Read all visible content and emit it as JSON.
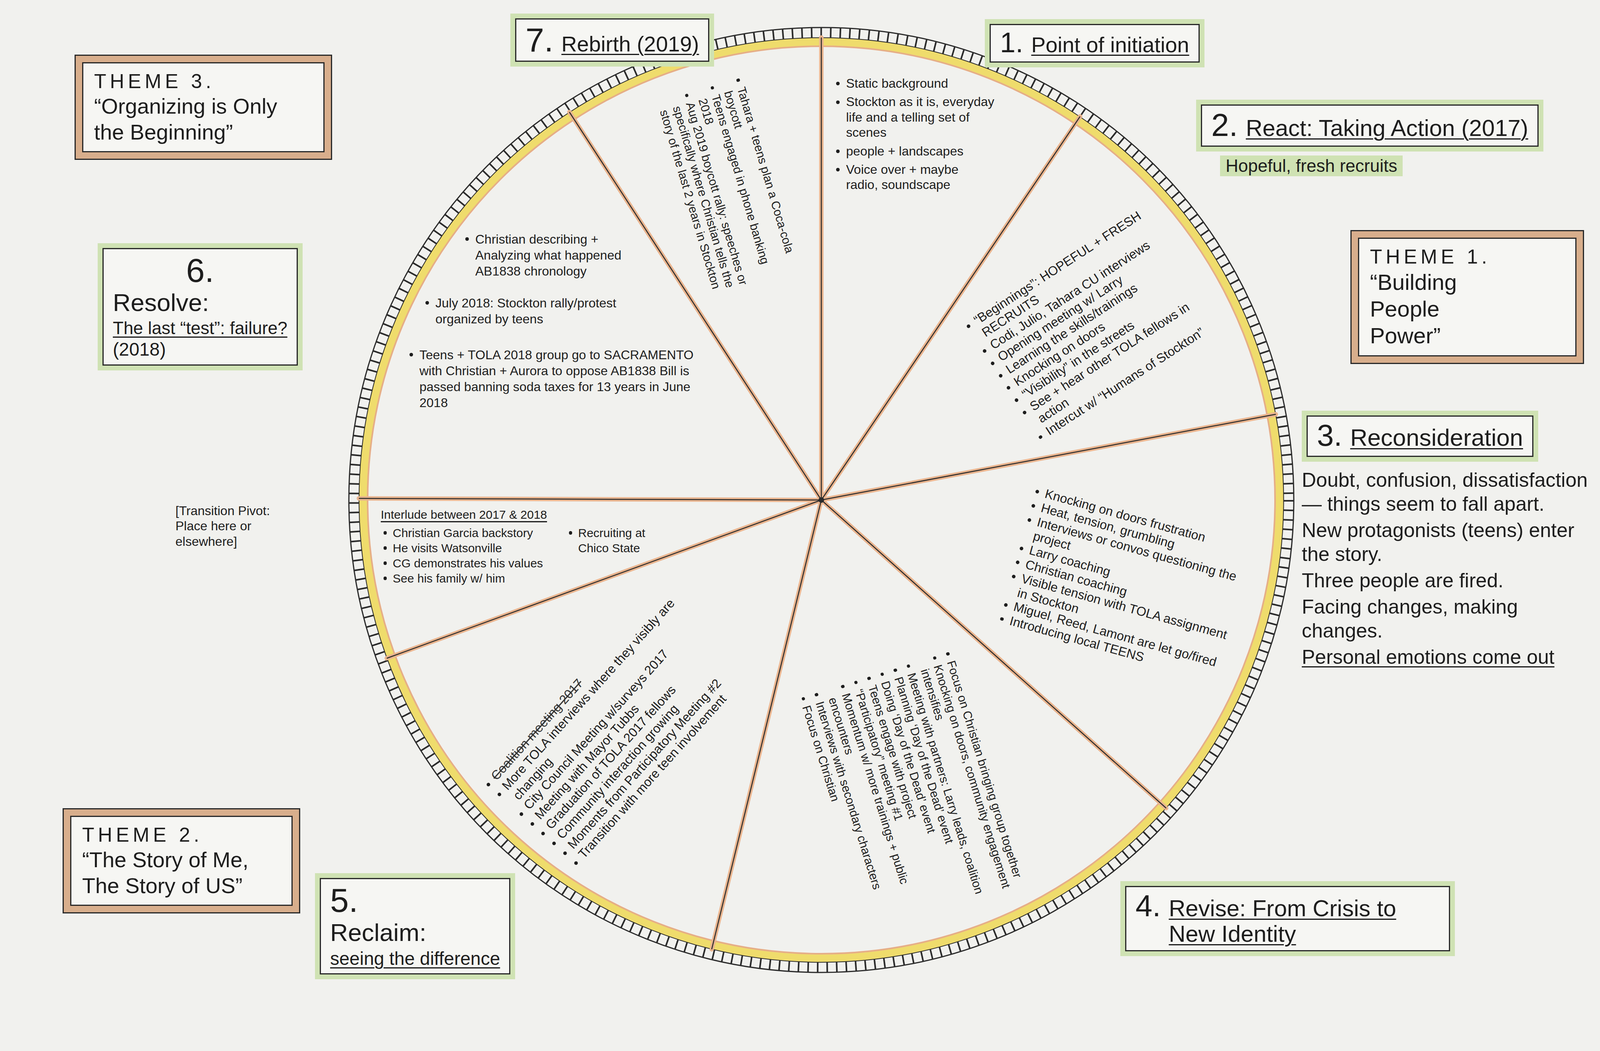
{
  "diagram": {
    "nodes": [
      {
        "text": [
          "THEME 3.",
          "“Organizing is Only the Beginning”"
        ]
      },
      {
        "text": [
          "7.",
          "Rebirth (2019)"
        ]
      },
      {
        "text": [
          "Tahara + teens plan a Coca-cola boycott",
          "Teens engaged in phone banking 2018",
          "Aug 2019 boycott rally: speeches or specifically where Christian tells the story of the last 2 years in Stockton"
        ]
      },
      {
        "text": [
          "Static background",
          "Stockton as it is, everyday life and a telling set of scenes",
          "people + landscapes",
          "Voice over + maybe radio, soundscape"
        ]
      },
      {
        "text": [
          "1.",
          "Point of initiation"
        ]
      },
      {
        "text": [
          "2.",
          "React: Taking Action (2017)",
          "Hopeful, fresh recruits"
        ]
      },
      {
        "text": [
          "THEME 1.",
          "“Building People Power”"
        ]
      },
      {
        "text": [
          "6.",
          "Resolve:",
          "The last “test”: failure?",
          "(2018)"
        ]
      },
      {
        "text": [
          "Christian describing + Analyzing what happened AB1838 chronology",
          "July 2018: Stockton rally/protest organized by teens",
          "Teens + TOLA 2018 group go to SACRAMENTO with Christian + Aurora to oppose AB1838 Bill is passed banning soda taxes for 13 years in June 2018"
        ]
      },
      {
        "text": [
          "“Beginnings”: HOPEFUL + FRESH RECRUITS",
          "Codi, Julio, Tahara CU interviews",
          "Opening meeting w/ Larry",
          "Learning the skills/trainings",
          "Knocking on doors",
          "“Visibility” in the streets",
          "See + hear other TOLA fellows in action",
          "Intercut w/ “Humans of Stockton”"
        ]
      },
      {
        "text": [
          "3.",
          "Reconsideration",
          "Doubt, confusion, dissatisfaction — things seem to fall apart.",
          "New protagonists (teens) enter the story.",
          "Three people are fired.",
          "Facing changes, making changes.",
          "Personal emotions come out"
        ]
      },
      {
        "text": [
          "Knocking on doors frustration",
          "Heat, tension, grumbling",
          "Interviews or convos questioning the project",
          "Larry coaching",
          "Christian coaching",
          "Visible tension with TOLA assignment in Stockton",
          "Miguel, Reed, Lamont are let go/fired",
          "Introducing local TEENS"
        ]
      },
      {
        "text": [
          "Interlude between 2017 & 2018",
          "Christian Garcia backstory",
          "He visits Watsonville",
          "CG demonstrates his values",
          "Recruiting at Chico State",
          "See his family w/ him"
        ]
      },
      {
        "text": [
          "Coalition meeting 2017",
          "More TOLA interviews where they visibly are changing",
          "City Council Meeting w/surveys 2017",
          "Meeting with Mayor Tubbs",
          "Graduation of TOLA 2017 fellows",
          "Community interaction growing",
          "Moments from Participatory Meeting #2",
          "Transition with more teen involvement"
        ]
      },
      {
        "text": [
          "Focus on Christian bringing group together",
          "Knocking on doors, community engagement intensifies",
          "Meeting with partners: Larry leads, coalition",
          "Planning ‘Day of the Dead’ event",
          "Doing ‘Day of the Dead’ event",
          "Teens engage with project",
          "“Participatory” meeting #1",
          "Momentum w/ more trainings + public encounters",
          "Interviews with secondary characters",
          "Focus on Christian"
        ]
      },
      {
        "text": [
          "THEME 2.",
          "“The Story of Me, The Story of US”"
        ]
      },
      {
        "text": [
          "5.",
          "Reclaim:",
          "seeing the difference"
        ]
      },
      {
        "text": [
          "4.",
          "Revise: From Crisis to New Identity"
        ]
      }
    ],
    "labels": [
      "[Transition Pivot: Place here or elsewhere]"
    ]
  }
}
